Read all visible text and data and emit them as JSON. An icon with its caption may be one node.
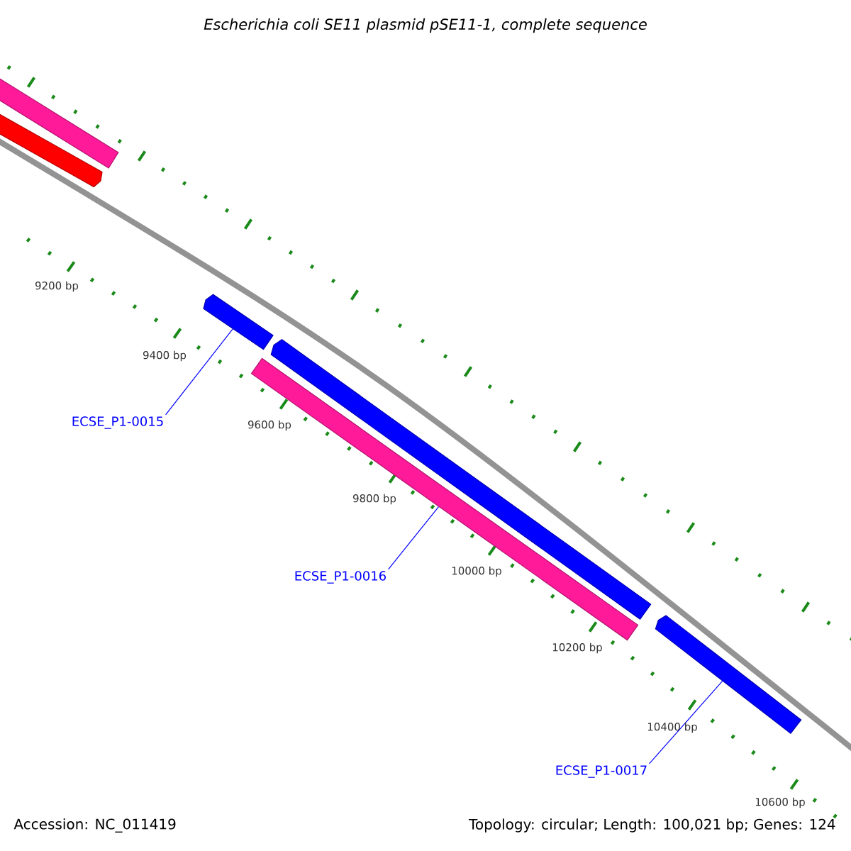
{
  "diagram": {
    "title": "Escherichia coli SE11 plasmid pSE11-1, complete sequence",
    "nodes": [
      {
        "text": [],
        "shape": "bar"
      },
      {
        "text": [],
        "shape": "bar"
      },
      {
        "text": [],
        "shape": "bar"
      },
      {
        "text": [],
        "shape": "bar"
      },
      {
        "text": [],
        "shape": "bar"
      },
      {
        "text": [],
        "shape": "bar"
      },
      {
        "text": [
          "ECSE_P1-0015"
        ]
      },
      {
        "text": [
          "ECSE_P1-0016"
        ]
      },
      {
        "text": [
          "ECSE_P1-0017"
        ]
      }
    ],
    "edges": [
      {
        "from": 6,
        "to": 2,
        "arrow": "none"
      },
      {
        "from": 7,
        "to": 4,
        "arrow": "none"
      },
      {
        "from": 8,
        "to": 5,
        "arrow": "none"
      }
    ],
    "labels": [
      "9200 bp",
      "9400 bp",
      "9600 bp",
      "9800 bp",
      "10000 bp",
      "10200 bp",
      "10400 bp",
      "10600 bp",
      "Accession: NC_011419",
      "Topology: circular; Length: 100,021 bp; Genes: 124"
    ]
  }
}
